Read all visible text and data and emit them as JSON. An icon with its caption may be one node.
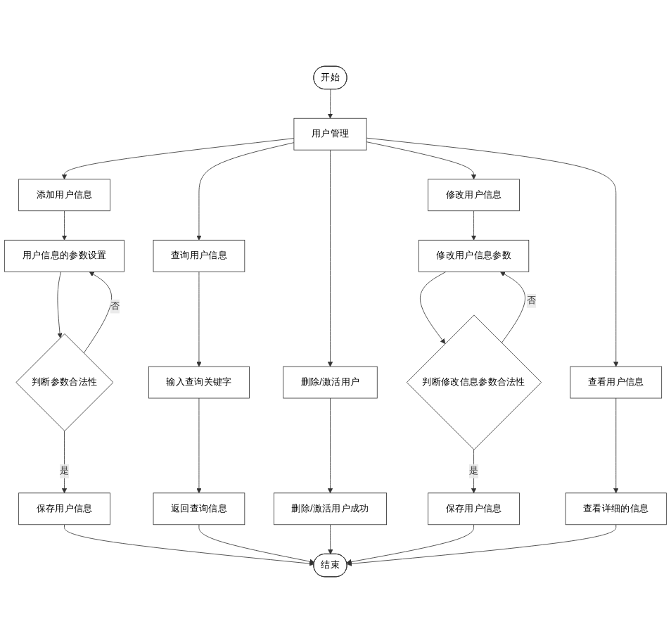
{
  "diagram": {
    "nodes": [
      {
        "text": [
          "开始"
        ]
      },
      {
        "text": [
          "用户管理"
        ]
      },
      {
        "text": [
          "添加用户信息"
        ]
      },
      {
        "text": [
          "用户信息的参数设置"
        ]
      },
      {
        "text": [
          "判断参数合法性"
        ]
      },
      {
        "text": [
          "保存用户信息"
        ]
      },
      {
        "text": [
          "查询用户信息"
        ]
      },
      {
        "text": [
          "输入查询关键字"
        ]
      },
      {
        "text": [
          "返回查询信息"
        ]
      },
      {
        "text": [
          "查看用户信息"
        ]
      },
      {
        "text": [
          "查看详细的信息"
        ]
      },
      {
        "text": [
          "修改用户信息"
        ]
      },
      {
        "text": [
          "修改用户信息参数"
        ]
      },
      {
        "text": [
          "判断修改信息参数合法性"
        ]
      },
      {
        "text": [
          "保存用户信息"
        ]
      },
      {
        "text": [
          "删除/激活用户"
        ]
      },
      {
        "text": [
          "删除/激活用户成功"
        ]
      },
      {
        "text": [
          "结束"
        ]
      }
    ],
    "edges": [
      {
        "from": 0,
        "to": 1,
        "arrow": "to"
      },
      {
        "from": 1,
        "to": 2,
        "arrow": "to"
      },
      {
        "from": 2,
        "to": 3,
        "arrow": "to"
      },
      {
        "from": 3,
        "to": 4,
        "arrow": "to"
      },
      {
        "from": 4,
        "to": 5,
        "label": "是",
        "arrow": "to"
      },
      {
        "from": 4,
        "to": 3,
        "label": "否",
        "arrow": "to"
      },
      {
        "from": 1,
        "to": 6,
        "arrow": "to"
      },
      {
        "from": 6,
        "to": 7,
        "arrow": "to"
      },
      {
        "from": 7,
        "to": 8,
        "arrow": "to"
      },
      {
        "from": 1,
        "to": 9,
        "arrow": "to"
      },
      {
        "from": 9,
        "to": 10,
        "arrow": "to"
      },
      {
        "from": 1,
        "to": 11,
        "arrow": "to"
      },
      {
        "from": 11,
        "to": 12,
        "arrow": "to"
      },
      {
        "from": 12,
        "to": 13,
        "arrow": "to"
      },
      {
        "from": 13,
        "to": 14,
        "label": "是",
        "arrow": "to"
      },
      {
        "from": 13,
        "to": 12,
        "label": "否",
        "arrow": "to"
      },
      {
        "from": 1,
        "to": 15,
        "arrow": "to"
      },
      {
        "from": 15,
        "to": 16,
        "arrow": "to"
      },
      {
        "from": 5,
        "to": 17,
        "arrow": "to"
      },
      {
        "from": 8,
        "to": 17,
        "arrow": "to"
      },
      {
        "from": 16,
        "to": 17,
        "arrow": "to"
      },
      {
        "from": 14,
        "to": 17,
        "arrow": "to"
      },
      {
        "from": 10,
        "to": 17,
        "arrow": "to"
      }
    ]
  }
}
